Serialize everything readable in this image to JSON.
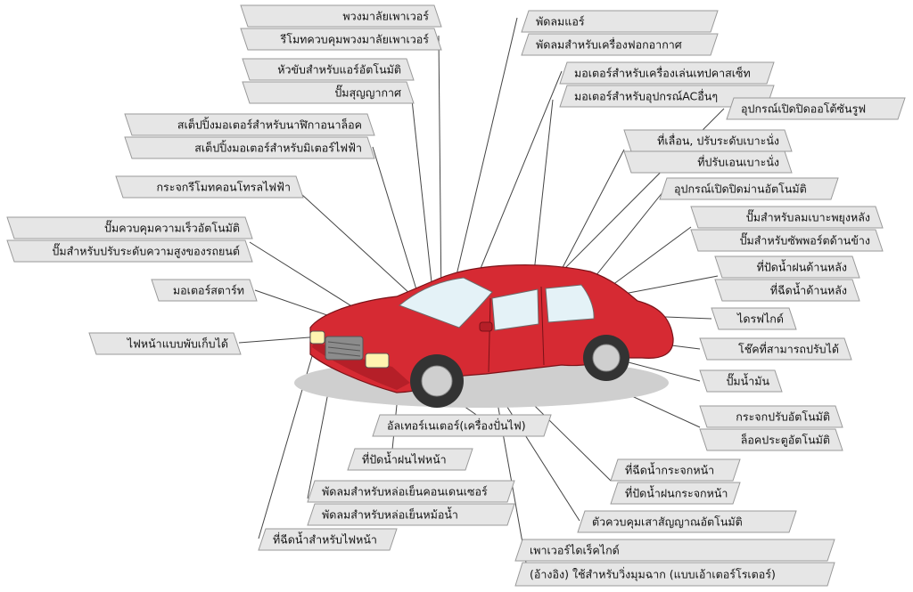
{
  "labels": {
    "power_steering": "พวงมาลัยเพาเวอร์",
    "power_steering_remote": "รีโมทควบคุมพวงมาลัยเพาเวอร์",
    "ac_head": "หัวขับสำหรับแอร์อัตโนมัติ",
    "vacuum_pump": "ปั๊มสุญญากาศ",
    "stepping_motor_nav": "สเต็ปปิ้งมอเตอร์สำหรับนาฬิกาอนาล็อค",
    "stepping_motor_meter": "สเต็ปปิ้งมอเตอร์สำหรับมิเตอร์ไฟฟ้า",
    "remote_mirror": "กระจกรีโมทคอนโทรลไฟฟ้า",
    "auto_speed_pump": "ปั๊มควบคุมความเร็วอัตโนมัติ",
    "height_pump": "ปั๊มสำหรับปรับระดับความสูงของรถยนต์",
    "starter_motor": "มอเตอร์สตาร์ท",
    "pop_up_headlight": "ไฟหน้าแบบพับเก็บได้",
    "ac_fan": "พัดลมแอร์",
    "air_purifier_fan": "พัดลมสำหรับเครื่องฟอกอากาศ",
    "cassette_motor": "มอเตอร์สำหรับเครื่องเล่นเทปคาสเซ็ท",
    "ac_motor": "มอเตอร์สำหรับอุปกรณ์ACอื่นๆ",
    "sunroof": "อุปกรณ์เปิดปิดออโต้ซันรูฟ",
    "seat_slide": "ที่เลื่อน, ปรับระดับเบาะนั่ง",
    "seat_recline": "ที่ปรับเอนเบาะนั่ง",
    "auto_curtain": "อุปกรณ์เปิดปิดม่านอัตโนมัติ",
    "lumbar_pump": "ปั๊มสำหรับลมเบาะพยุงหลัง",
    "side_support_pump": "ปั๊มสำหรับซัพพอร์ตด้านข้าง",
    "rear_wiper": "ที่ปัดน้ำฝนด้านหลัง",
    "rear_washer": "ที่ฉีดน้ำด้านหลัง",
    "drive_guide": "ไดรฟไกด์",
    "adjustable_shock": "โช๊คที่สามารถปรับได้",
    "fuel_pump": "ปั๊มน้ำมัน",
    "auto_window": "กระจกปรับอัตโนมัติ",
    "auto_door_lock": "ล็อคประตูอัตโนมัติ",
    "alternator": "อัลเทอร์เนเตอร์(เครื่องปั่นไฟ)",
    "headlight_wiper": "ที่ปัดน้ำฝนไฟหน้า",
    "condenser_fan": "พัดลมสำหรับหล่อเย็นคอนเดนเซอร์",
    "radiator_fan": "พัดลมสำหรับหล่อเย็นหม้อน้ำ",
    "headlight_washer": "ที่ฉีดน้ำสำหรับไฟหน้า",
    "windshield_washer": "ที่ฉีดน้ำกระจกหน้า",
    "windshield_wiper": "ที่ปัดน้ำฝนกระจกหน้า",
    "auto_antenna": "ตัวควบคุมเสาสัญญาณอัตโนมัติ",
    "power_drive_guide": "เพาเวอร์ไดเร็คไกด์",
    "power_drive_guide_note": "(อ้างอิง) ใช้สำหรับวิ่งมุมฉาก (แบบเอ้าเตอร์โรเตอร์)"
  },
  "colors": {
    "car_body": "#d62a33",
    "car_shade": "#b51f28",
    "label_fill": "#e6e6e6",
    "label_stroke": "#9a9a9a",
    "leader": "#444444"
  }
}
